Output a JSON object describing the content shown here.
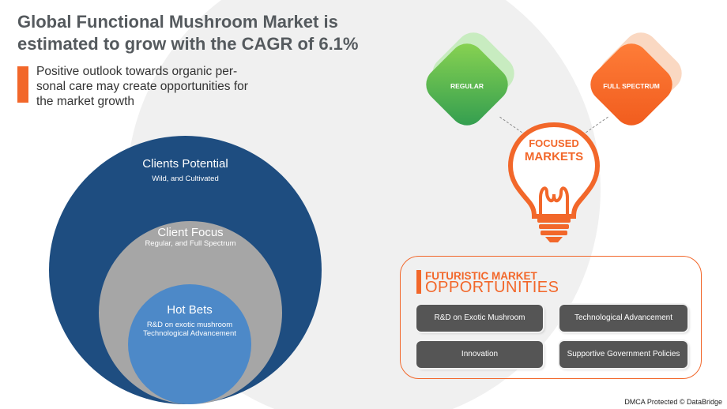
{
  "headline": {
    "line1": "Global Functional Mushroom Market is",
    "line2": "estimated to grow with the CAGR of 6.1%"
  },
  "subheading": {
    "line1": "Positive outlook towards organic per-",
    "line2": "sonal care may create opportunities for",
    "line3": "the market growth"
  },
  "circles": {
    "outer": {
      "title": "Clients Potential",
      "subtitle": "Wild, and Cultivated"
    },
    "middle": {
      "title": "Client Focus",
      "subtitle": "Regular, and Full Spectrum"
    },
    "inner": {
      "title": "Hot Bets",
      "line1": "R&D on exotic mushroom",
      "line2": "Technological Advancement"
    }
  },
  "focused": {
    "left_label": "REGULAR",
    "right_label": "FULL SPECTRUM",
    "bulb_line1": "FOCUSED",
    "bulb_line2": "MARKETS"
  },
  "opportunities": {
    "title_line1": "FUTURISTIC MARKET",
    "title_line2": "OPPORTUNITIES",
    "items": [
      "R&D on Exotic Mushroom",
      "Technological Advancement",
      "Innovation",
      "Supportive Government Policies"
    ]
  },
  "footer": "DMCA Protected © DataBridge",
  "colors": {
    "accent": "#f2672a",
    "navy": "#1e4d80",
    "grey": "#a6a6a6",
    "blue": "#4d89c8",
    "green": "#3aa04a"
  },
  "icons": [
    "lightbulb-icon"
  ]
}
